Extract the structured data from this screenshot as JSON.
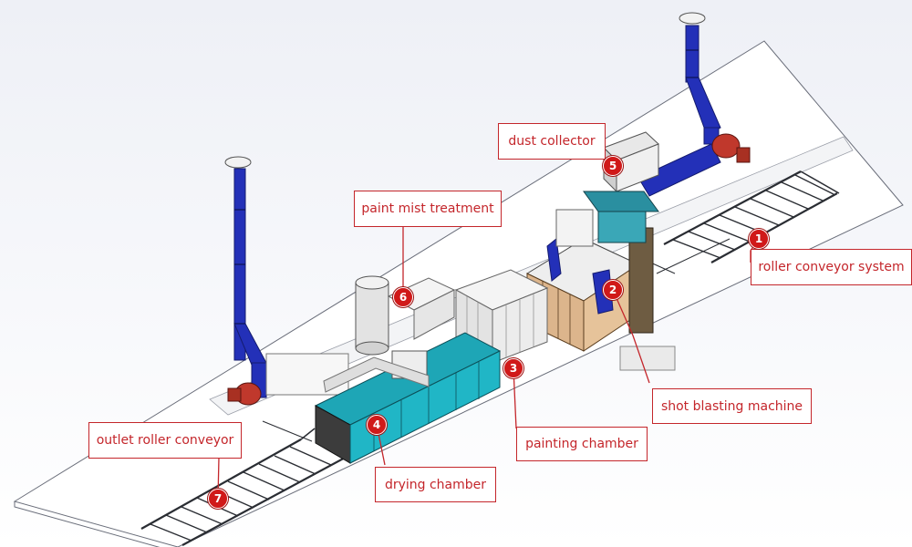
{
  "diagram": {
    "callouts": [
      {
        "number": "1",
        "label": "roller conveyor system"
      },
      {
        "number": "2",
        "label": "shot blasting machine"
      },
      {
        "number": "3",
        "label": "painting chamber"
      },
      {
        "number": "4",
        "label": "drying chamber"
      },
      {
        "number": "5",
        "label": "dust collector"
      },
      {
        "number": "6",
        "label": "paint mist treatment"
      },
      {
        "number": "7",
        "label": "outlet roller conveyor"
      }
    ]
  },
  "colors": {
    "callout_red": "#c4262b",
    "badge_red": "#d01919",
    "duct_blue": "#2330b8",
    "cabin_cyan": "#20b6c6",
    "blast_wood": "#dcb58c"
  }
}
